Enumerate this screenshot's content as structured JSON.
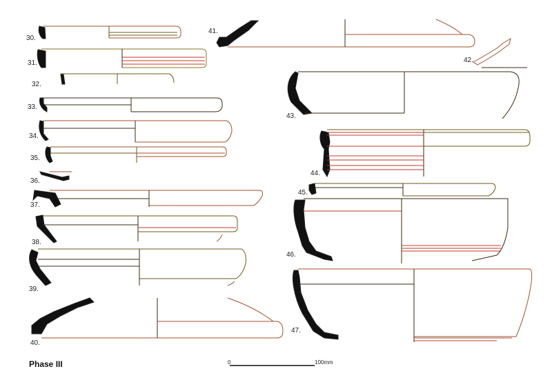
{
  "plate": {
    "phase_label": "Phase III",
    "scale": {
      "start_label": "0",
      "end_label": "100mm"
    },
    "numbers": [
      "30.",
      "31.",
      "32.",
      "33.",
      "34.",
      "35.",
      "36.",
      "37.",
      "38.",
      "39.",
      "40.",
      "41.",
      "42.",
      "43.",
      "44.",
      "45.",
      "46.",
      "47."
    ]
  },
  "colors": {
    "line_dark": "#3a2a10",
    "line_brown": "#a0522d",
    "line_olive": "#8a7a20",
    "line_red": "#c0392b",
    "section_fill": "#111111"
  }
}
